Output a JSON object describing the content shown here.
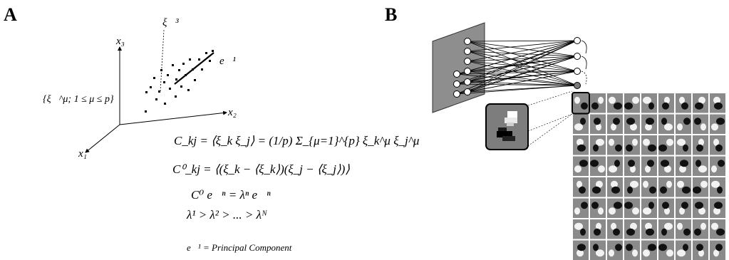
{
  "panels": {
    "a": "A",
    "b": "B"
  },
  "axes": {
    "x1": "x₁",
    "x2": "x₂",
    "x3": "x₃"
  },
  "vectors": {
    "xi3": "ξ⃗³",
    "e1": "e⃗¹"
  },
  "pattern_set": "{ξ⃗^μ; 1 ≤ μ ≤ p}",
  "equations": {
    "covariance": "C_kj = ⟨ξ_k ξ_j⟩ = (1/p) Σ_{μ=1}^{p} ξ_k^μ ξ_j^μ",
    "centered_covariance": "C⁰_kj = ⟨(ξ_k − ⟨ξ_k⟩)(ξ_j − ⟨ξ_j⟩)⟩",
    "eigen": "C⁰ e⃗ⁿ = λⁿ e⃗ⁿ",
    "ordering": "λ¹ > λ² > ... > λᴺ",
    "principal": "e⃗¹ = Principal Component"
  },
  "filter_grid": {
    "rows": 8,
    "cols": 9
  }
}
